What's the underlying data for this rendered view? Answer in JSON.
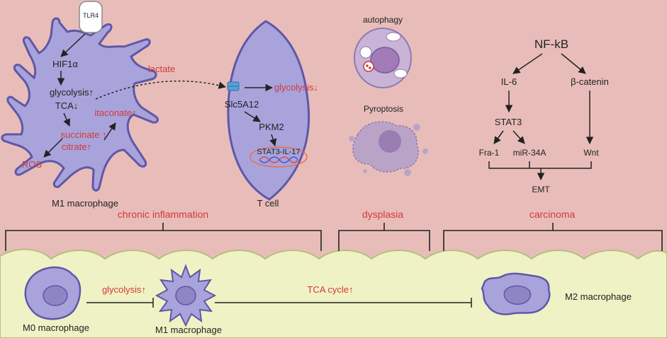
{
  "colors": {
    "background": "#e8bdb9",
    "tissue": "#eff2c4",
    "tissue_outline": "#b7bd7c",
    "cell_fill": "#a9a3db",
    "cell_outline": "#5f57a8",
    "nucleus": "#8c86c4",
    "label_red": "#d3393a",
    "label_black": "#222222"
  },
  "m1_cell": {
    "receptor": "TLR4",
    "hif": "HIF1α",
    "glycolysis": "glycolysis↑",
    "tca": "TCA↓",
    "succinate": "succinate ↑",
    "citrate": "citrate↑",
    "itaconate": "itaconate↑",
    "ros": "ROS",
    "caption": "M1 macrophage"
  },
  "lactate": "lactate",
  "t_cell": {
    "transporter": "Slc5A12",
    "glycolysis": "glycolysis↓",
    "pkm2": "PKM2",
    "stat3": "STAT3-IL-17",
    "caption": "T cell"
  },
  "death_panel": {
    "autophagy": "autophagy",
    "pyroptosis": "Pyroptosis"
  },
  "pathway": {
    "nfkb": "NF-kB",
    "il6": "IL-6",
    "bcatenin": "β-catenin",
    "stat3": "STAT3",
    "fra1": "Fra-1",
    "mir34a": "miR-34A",
    "wnt": "Wnt",
    "emt": "EMT"
  },
  "stages": {
    "chronic": "chronic inflammation",
    "dysplasia": "dysplasia",
    "carcinoma": "carcinoma"
  },
  "bottom": {
    "m0": "M0 macrophage",
    "glycolysis": "glycolysis↑",
    "m1": "M1 macrophage",
    "tca": "TCA cycle↑",
    "m2": "M2 macrophage"
  }
}
